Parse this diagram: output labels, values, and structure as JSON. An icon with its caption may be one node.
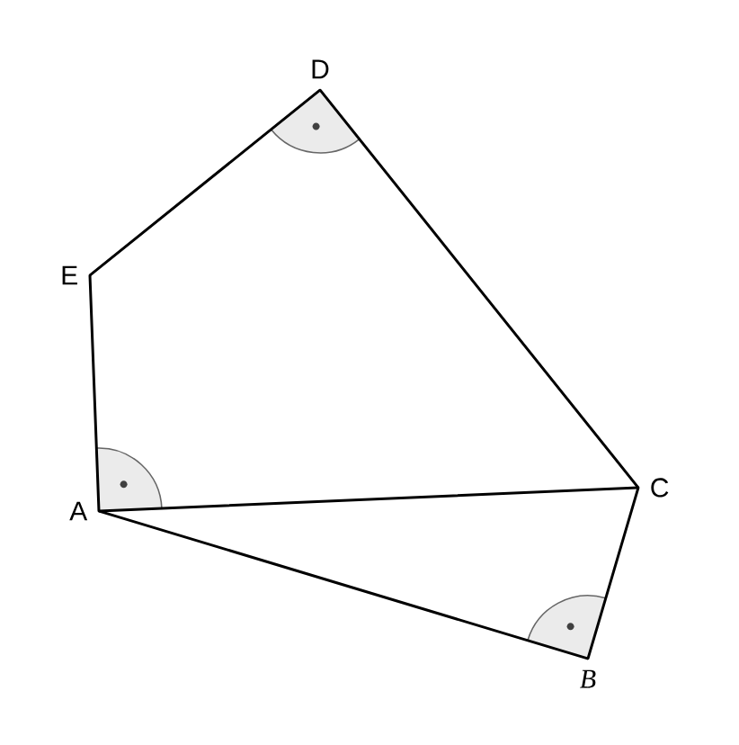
{
  "diagram": {
    "nodes": [
      {
        "text": [
          "A"
        ]
      },
      {
        "text": [
          "B"
        ]
      },
      {
        "text": [
          "C"
        ]
      },
      {
        "text": [
          "D"
        ]
      },
      {
        "text": [
          "E"
        ]
      }
    ],
    "edges": [
      {
        "from": 0,
        "to": 1,
        "arrow": "none"
      },
      {
        "from": 1,
        "to": 2,
        "arrow": "none"
      },
      {
        "from": 2,
        "to": 3,
        "arrow": "none"
      },
      {
        "from": 3,
        "to": 4,
        "arrow": "none"
      },
      {
        "from": 4,
        "to": 0,
        "arrow": "none"
      },
      {
        "from": 0,
        "to": 2,
        "arrow": "none"
      }
    ]
  }
}
